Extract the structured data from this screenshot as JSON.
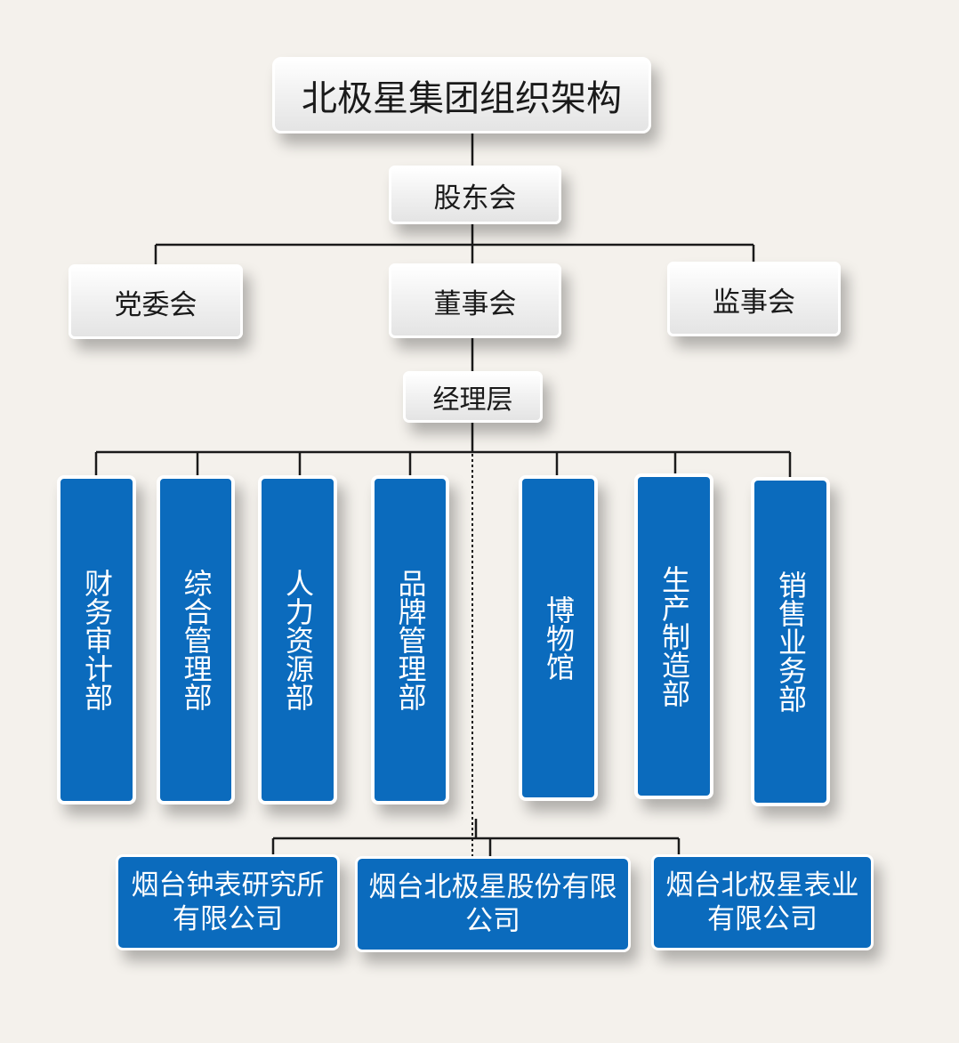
{
  "title": "北极星集团组织架构",
  "nodes": {
    "shareholders": "股东会",
    "party_committee": "党委会",
    "board": "董事会",
    "supervisory": "监事会",
    "management": "经理层"
  },
  "departments": [
    "财务审计部",
    "综合管理部",
    "人力资源部",
    "品牌管理部",
    "博物馆",
    "生产制造部",
    "销售业务部"
  ],
  "subsidiaries": [
    "烟台钟表研究所有限公司",
    "烟台北极星股份有限公司",
    "烟台北极星表业有限公司"
  ],
  "colors": {
    "department_fill": "#0b6bbd",
    "connector": "#1a1a1a",
    "background": "#f4f1ec"
  }
}
